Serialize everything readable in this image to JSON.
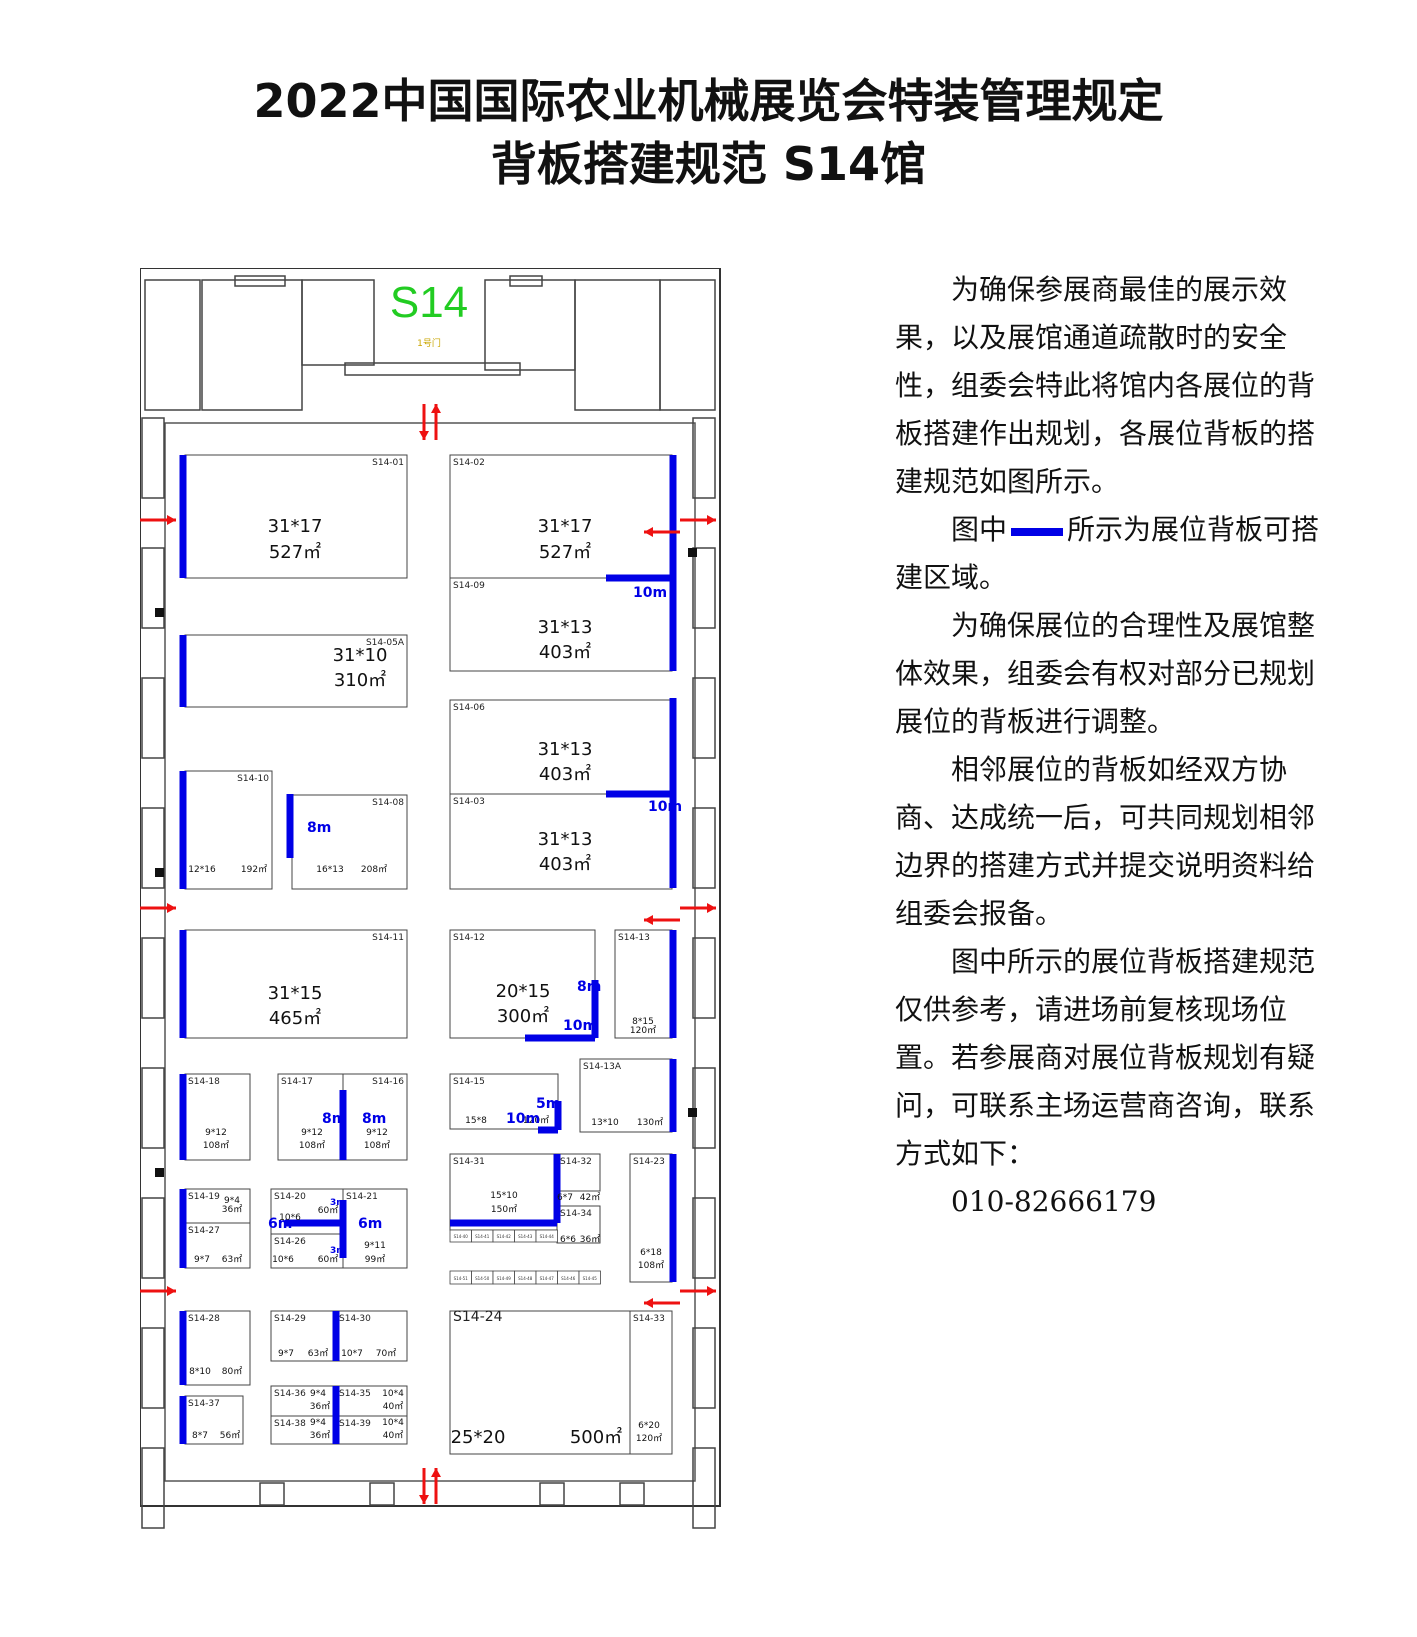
{
  "header": {
    "title": "2022中国国际农业机械展览会特装管理规定",
    "subtitle": "背板搭建规范 S14馆"
  },
  "colors": {
    "backwall": "#0000e6",
    "hall_label": "#22cc22",
    "arrow": "#ee1111",
    "outline": "#444444"
  },
  "map": {
    "hall_label": "S14",
    "gate_label": "1号门",
    "booths": [
      {
        "id": "S14-01",
        "dims": "31*17",
        "area": "527㎡"
      },
      {
        "id": "S14-02",
        "dims": "31*17",
        "area": "527㎡"
      },
      {
        "id": "S14-09",
        "dims": "31*13",
        "area": "403㎡"
      },
      {
        "id": "S14-05A",
        "dims": "31*10",
        "area": "310㎡"
      },
      {
        "id": "S14-06",
        "dims": "31*13",
        "area": "403㎡"
      },
      {
        "id": "S14-10",
        "dims": "12*16",
        "area": "192㎡"
      },
      {
        "id": "S14-08",
        "dims": "16*13",
        "area": "208㎡"
      },
      {
        "id": "S14-03",
        "dims": "31*13",
        "area": "403㎡"
      },
      {
        "id": "S14-11",
        "dims": "31*15",
        "area": "465㎡"
      },
      {
        "id": "S14-12",
        "dims": "20*15",
        "area": "300㎡"
      },
      {
        "id": "S14-13",
        "dims": "8*15",
        "area": "120㎡"
      },
      {
        "id": "S14-18",
        "dims": "9*12",
        "area": "108㎡"
      },
      {
        "id": "S14-17",
        "dims": "9*12",
        "area": "108㎡"
      },
      {
        "id": "S14-16",
        "dims": "9*12",
        "area": "108㎡"
      },
      {
        "id": "S14-15",
        "dims": "15*8",
        "area": "120㎡"
      },
      {
        "id": "S14-13A",
        "dims": "13*10",
        "area": "130㎡"
      },
      {
        "id": "S14-19",
        "dims": "9*4",
        "area": "36㎡"
      },
      {
        "id": "S14-27",
        "dims": "9*7",
        "area": "63㎡"
      },
      {
        "id": "S14-20",
        "dims": "10*6",
        "area": "60㎡"
      },
      {
        "id": "S14-26",
        "dims": "10*6",
        "area": "60㎡"
      },
      {
        "id": "S14-21",
        "dims": "9*11",
        "area": "99㎡"
      },
      {
        "id": "S14-31",
        "dims": "15*10",
        "area": "150㎡"
      },
      {
        "id": "S14-32",
        "dims": "6*7",
        "area": "42㎡"
      },
      {
        "id": "S14-34",
        "dims": "6*6",
        "area": "36㎡"
      },
      {
        "id": "S14-23",
        "dims": "6*18",
        "area": "108㎡"
      },
      {
        "id": "S14-28",
        "dims": "8*10",
        "area": "80㎡"
      },
      {
        "id": "S14-29",
        "dims": "9*7",
        "area": "63㎡"
      },
      {
        "id": "S14-30",
        "dims": "10*7",
        "area": "70㎡"
      },
      {
        "id": "S14-24",
        "dims": "25*20",
        "area": "500㎡"
      },
      {
        "id": "S14-33",
        "dims": "6*20",
        "area": "120㎡"
      },
      {
        "id": "S14-37",
        "dims": "8*7",
        "area": "56㎡"
      },
      {
        "id": "S14-36",
        "dims": "9*4",
        "area": "36㎡"
      },
      {
        "id": "S14-35",
        "dims": "10*4",
        "area": "40㎡"
      },
      {
        "id": "S14-38",
        "dims": "9*4",
        "area": "36㎡"
      },
      {
        "id": "S14-39",
        "dims": "10*4",
        "area": "40㎡"
      }
    ],
    "small_booths_row1": [
      "S14-40",
      "S14-41",
      "S14-42",
      "S14-43",
      "S14-44"
    ],
    "small_booths_row2": [
      "S14-51",
      "S14-50",
      "S14-49",
      "S14-48",
      "S14-47",
      "S14-46",
      "S14-45"
    ],
    "wall_labels": [
      "10m",
      "10m",
      "8m",
      "8m",
      "10m",
      "8m",
      "8m",
      "5m",
      "10m",
      "3m",
      "6m",
      "6m",
      "3m"
    ]
  },
  "notes": {
    "p1": "为确保参展商最佳的展示效果，以及展馆通道疏散时的安全性，组委会特此将馆内各展位的背板搭建作出规划，各展位背板的搭建规范如图所示。",
    "p2_before": "图中",
    "p2_after": "所示为展位背板可搭建区域。",
    "p3": "为确保展位的合理性及展馆整体效果，组委会有权对部分已规划展位的背板进行调整。",
    "p4": "相邻展位的背板如经双方协商、达成统一后，可共同规划相邻边界的搭建方式并提交说明资料给组委会报备。",
    "p5": "图中所示的展位背板搭建规范仅供参考，请进场前复核现场位置。若参展商对展位背板规划有疑问，可联系主场运营商咨询，联系方式如下：",
    "phone": "010-82666179"
  }
}
